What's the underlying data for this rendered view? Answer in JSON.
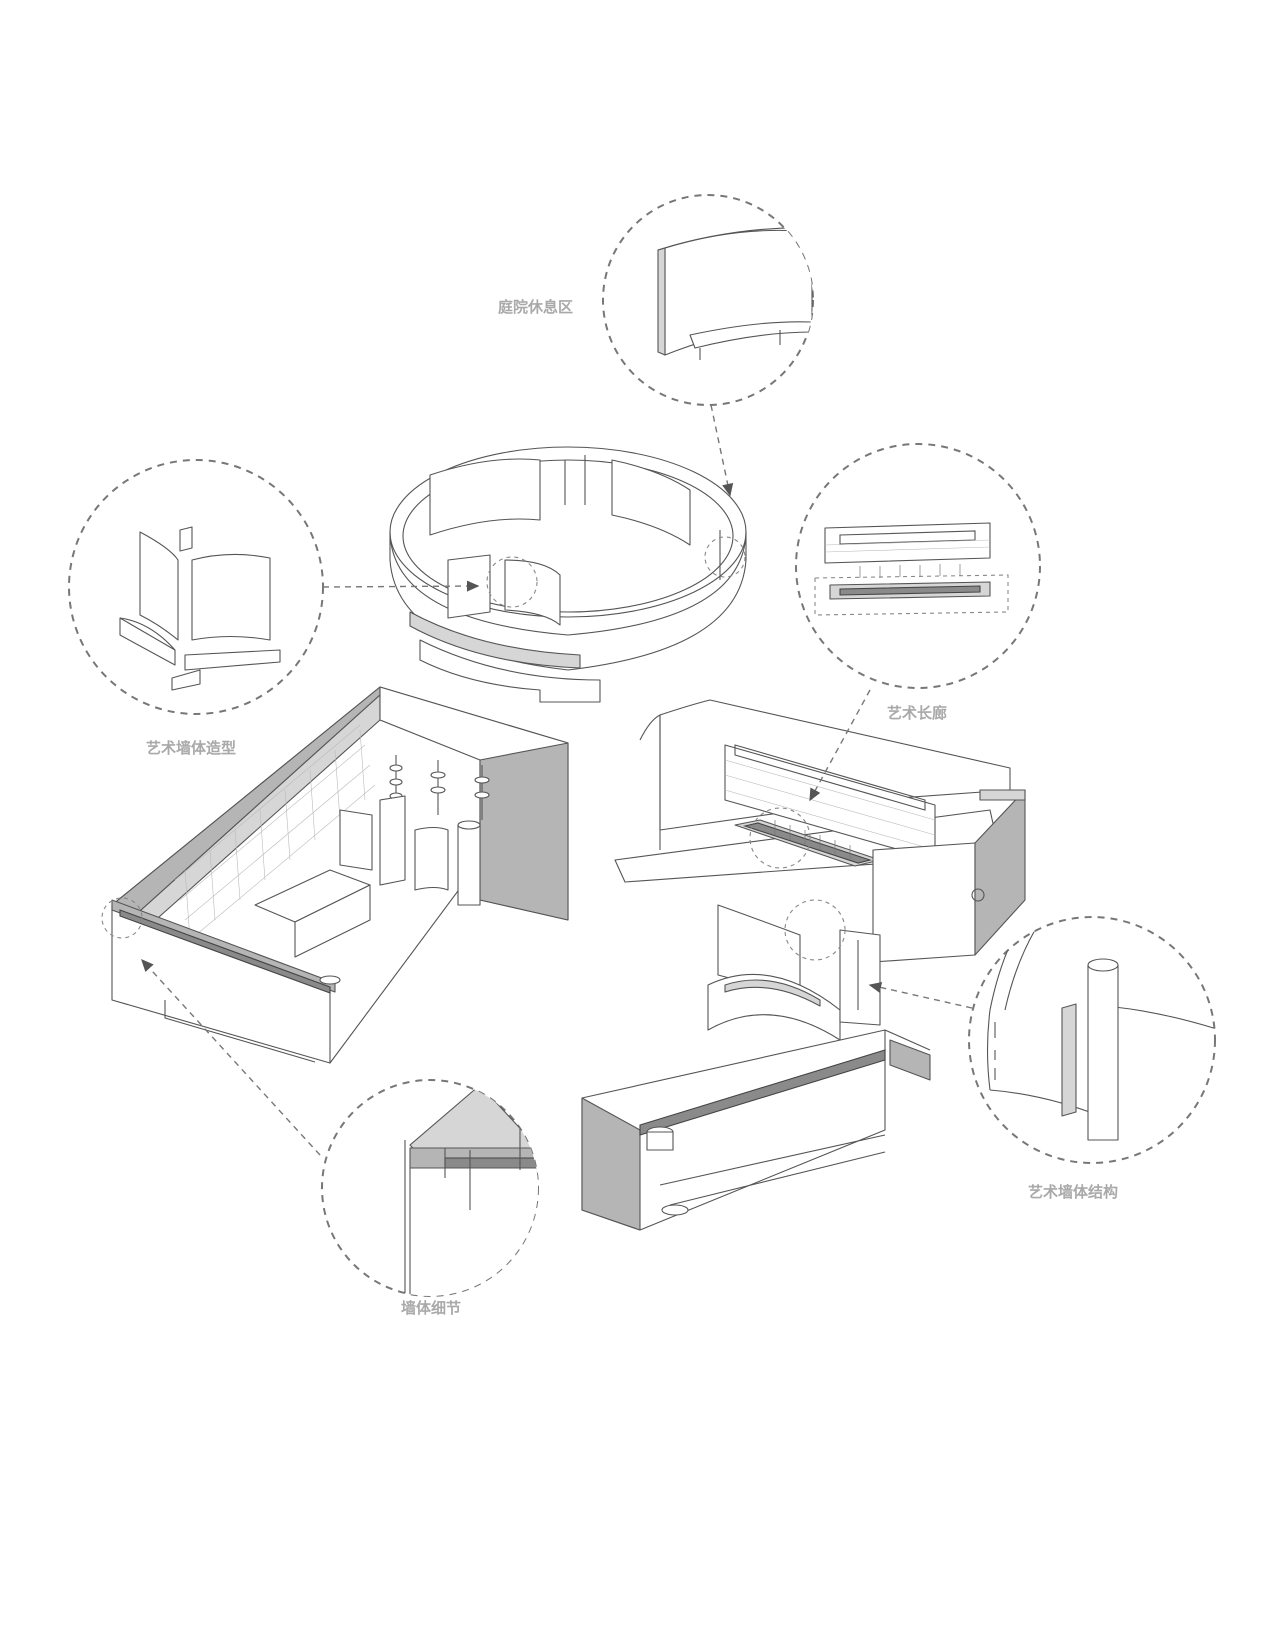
{
  "callouts": {
    "courtyard_rest_area": "庭院休息区",
    "art_wall_form": "艺术墙体造型",
    "art_corridor": "艺术长廊",
    "art_wall_structure": "艺术墙体结构",
    "wall_detail": "墙体细节"
  },
  "colors": {
    "line": "#555555",
    "shade": "#b5b5b5",
    "label": "#a9a9a9",
    "background": "#ffffff"
  }
}
